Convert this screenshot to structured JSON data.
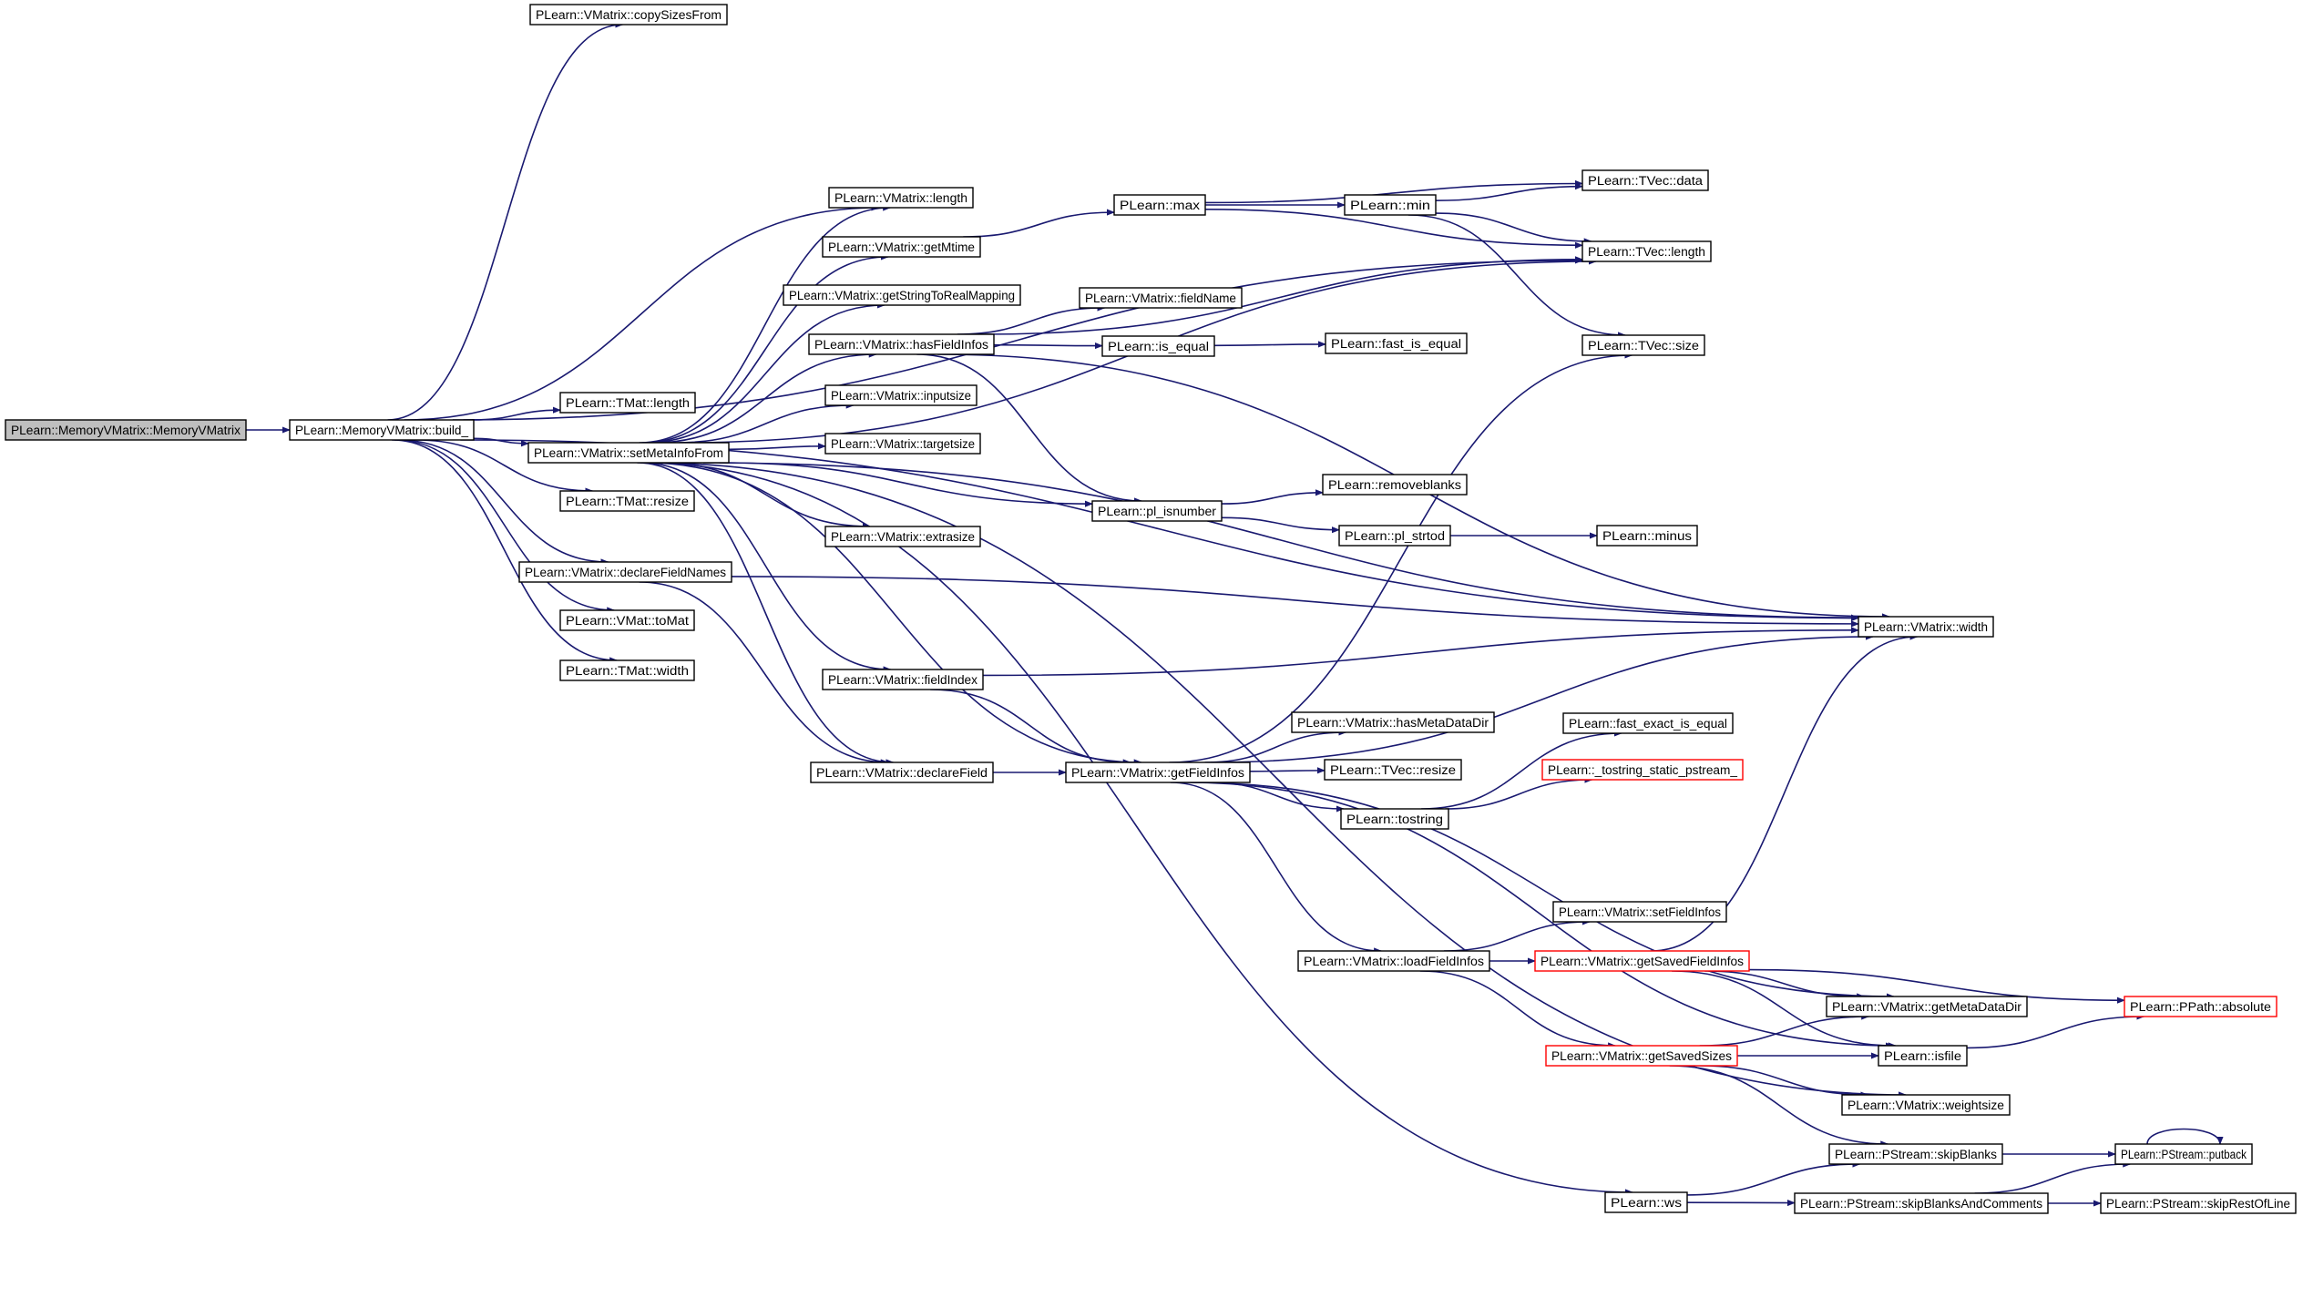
{
  "diagram": {
    "type": "call-graph",
    "edge_color": "#191970",
    "node_border": "#000000",
    "highlight_border": "#ff0000",
    "root_fill": "#bfbfbf",
    "nodes": [
      {
        "id": "root",
        "label": "PLearn::MemoryVMatrix::MemoryVMatrix",
        "style": "root"
      },
      {
        "id": "build",
        "label": "PLearn::MemoryVMatrix::build_"
      },
      {
        "id": "copySizes",
        "label": "PLearn::VMatrix::copySizesFrom"
      },
      {
        "id": "vmlength",
        "label": "PLearn::VMatrix::length"
      },
      {
        "id": "getMtime",
        "label": "PLearn::VMatrix::getMtime"
      },
      {
        "id": "getStrMap",
        "label": "PLearn::VMatrix::getStringToRealMapping"
      },
      {
        "id": "hasFieldInfos",
        "label": "PLearn::VMatrix::hasFieldInfos"
      },
      {
        "id": "tmatlength",
        "label": "PLearn::TMat::length"
      },
      {
        "id": "inputsize",
        "label": "PLearn::VMatrix::inputsize"
      },
      {
        "id": "setMeta",
        "label": "PLearn::VMatrix::setMetaInfoFrom"
      },
      {
        "id": "targetsize",
        "label": "PLearn::VMatrix::targetsize"
      },
      {
        "id": "tmatresize",
        "label": "PLearn::TMat::resize"
      },
      {
        "id": "extrasize",
        "label": "PLearn::VMatrix::extrasize"
      },
      {
        "id": "declFieldNames",
        "label": "PLearn::VMatrix::declareFieldNames"
      },
      {
        "id": "toMat",
        "label": "PLearn::VMat::toMat"
      },
      {
        "id": "tmatwidth",
        "label": "PLearn::TMat::width"
      },
      {
        "id": "fieldIndex",
        "label": "PLearn::VMatrix::fieldIndex"
      },
      {
        "id": "declField",
        "label": "PLearn::VMatrix::declareField"
      },
      {
        "id": "max",
        "label": "PLearn::max"
      },
      {
        "id": "min",
        "label": "PLearn::min"
      },
      {
        "id": "fieldName",
        "label": "PLearn::VMatrix::fieldName"
      },
      {
        "id": "isequal",
        "label": "PLearn::is_equal"
      },
      {
        "id": "fastisequal",
        "label": "PLearn::fast_is_equal"
      },
      {
        "id": "tvecdata",
        "label": "PLearn::TVec::data"
      },
      {
        "id": "tveclength",
        "label": "PLearn::TVec::length"
      },
      {
        "id": "tvecsize",
        "label": "PLearn::TVec::size"
      },
      {
        "id": "plisnumber",
        "label": "PLearn::pl_isnumber"
      },
      {
        "id": "removeblanks",
        "label": "PLearn::removeblanks"
      },
      {
        "id": "plstrtod",
        "label": "PLearn::pl_strtod"
      },
      {
        "id": "minus",
        "label": "PLearn::minus"
      },
      {
        "id": "vmwidth",
        "label": "PLearn::VMatrix::width"
      },
      {
        "id": "getFieldInfos",
        "label": "PLearn::VMatrix::getFieldInfos"
      },
      {
        "id": "hasMetaDataDir",
        "label": "PLearn::VMatrix::hasMetaDataDir"
      },
      {
        "id": "tvecresize",
        "label": "PLearn::TVec::resize"
      },
      {
        "id": "tostring",
        "label": "PLearn::tostring"
      },
      {
        "id": "fastexact",
        "label": "PLearn::fast_exact_is_equal"
      },
      {
        "id": "tostringstatic",
        "label": "PLearn::_tostring_static_pstream_",
        "style": "red"
      },
      {
        "id": "setFieldInfos",
        "label": "PLearn::VMatrix::setFieldInfos"
      },
      {
        "id": "loadFieldInfos",
        "label": "PLearn::VMatrix::loadFieldInfos"
      },
      {
        "id": "getSavedFieldInfos",
        "label": "PLearn::VMatrix::getSavedFieldInfos",
        "style": "red"
      },
      {
        "id": "getMetaDataDir",
        "label": "PLearn::VMatrix::getMetaDataDir"
      },
      {
        "id": "ppathabsolute",
        "label": "PLearn::PPath::absolute",
        "style": "red"
      },
      {
        "id": "getSavedSizes",
        "label": "PLearn::VMatrix::getSavedSizes",
        "style": "red"
      },
      {
        "id": "isfile",
        "label": "PLearn::isfile"
      },
      {
        "id": "weightsize",
        "label": "PLearn::VMatrix::weightsize"
      },
      {
        "id": "skipBlanks",
        "label": "PLearn::PStream::skipBlanks"
      },
      {
        "id": "putback",
        "label": "PLearn::PStream::putback"
      },
      {
        "id": "ws",
        "label": "PLearn::ws"
      },
      {
        "id": "skipBlanksComments",
        "label": "PLearn::PStream::skipBlanksAndComments"
      },
      {
        "id": "skipRestOfLine",
        "label": "PLearn::PStream::skipRestOfLine"
      }
    ],
    "edges": [
      [
        "root",
        "build"
      ],
      [
        "build",
        "copySizes"
      ],
      [
        "build",
        "vmwidth"
      ],
      [
        "build",
        "tveclength"
      ],
      [
        "build",
        "vmlength"
      ],
      [
        "build",
        "tmatlength"
      ],
      [
        "build",
        "setMeta"
      ],
      [
        "build",
        "tmatresize"
      ],
      [
        "build",
        "declFieldNames"
      ],
      [
        "build",
        "toMat"
      ],
      [
        "build",
        "tmatwidth"
      ],
      [
        "setMeta",
        "vmlength"
      ],
      [
        "setMeta",
        "getMtime"
      ],
      [
        "setMeta",
        "getStrMap"
      ],
      [
        "setMeta",
        "hasFieldInfos"
      ],
      [
        "setMeta",
        "inputsize"
      ],
      [
        "setMeta",
        "targetsize"
      ],
      [
        "setMeta",
        "extrasize"
      ],
      [
        "setMeta",
        "fieldIndex"
      ],
      [
        "setMeta",
        "declField"
      ],
      [
        "setMeta",
        "getFieldInfos"
      ],
      [
        "setMeta",
        "vmwidth"
      ],
      [
        "setMeta",
        "plisnumber"
      ],
      [
        "setMeta",
        "tveclength"
      ],
      [
        "setMeta",
        "ws"
      ],
      [
        "setMeta",
        "weightsize"
      ],
      [
        "getMtime",
        "max"
      ],
      [
        "max",
        "tvecdata"
      ],
      [
        "max",
        "min"
      ],
      [
        "max",
        "tveclength"
      ],
      [
        "min",
        "tvecdata"
      ],
      [
        "min",
        "tveclength"
      ],
      [
        "min",
        "tvecsize"
      ],
      [
        "hasFieldInfos",
        "tveclength"
      ],
      [
        "hasFieldInfos",
        "fieldName"
      ],
      [
        "hasFieldInfos",
        "isequal"
      ],
      [
        "hasFieldInfos",
        "plisnumber"
      ],
      [
        "hasFieldInfos",
        "vmwidth"
      ],
      [
        "isequal",
        "fastisequal"
      ],
      [
        "plisnumber",
        "removeblanks"
      ],
      [
        "plisnumber",
        "plstrtod"
      ],
      [
        "plstrtod",
        "minus"
      ],
      [
        "declFieldNames",
        "vmwidth"
      ],
      [
        "declFieldNames",
        "declField"
      ],
      [
        "fieldIndex",
        "vmwidth"
      ],
      [
        "fieldIndex",
        "getFieldInfos"
      ],
      [
        "declField",
        "getFieldInfos"
      ],
      [
        "getFieldInfos",
        "tvecsize"
      ],
      [
        "getFieldInfos",
        "hasMetaDataDir"
      ],
      [
        "getFieldInfos",
        "tvecresize"
      ],
      [
        "getFieldInfos",
        "tostring"
      ],
      [
        "getFieldInfos",
        "vmwidth"
      ],
      [
        "getFieldInfos",
        "loadFieldInfos"
      ],
      [
        "getFieldInfos",
        "getMetaDataDir"
      ],
      [
        "getFieldInfos",
        "isfile"
      ],
      [
        "tostring",
        "fastexact"
      ],
      [
        "tostring",
        "tostringstatic"
      ],
      [
        "loadFieldInfos",
        "setFieldInfos"
      ],
      [
        "loadFieldInfos",
        "getSavedFieldInfos"
      ],
      [
        "loadFieldInfos",
        "getSavedSizes"
      ],
      [
        "getSavedFieldInfos",
        "vmwidth"
      ],
      [
        "getSavedFieldInfos",
        "getMetaDataDir"
      ],
      [
        "getSavedFieldInfos",
        "ppathabsolute"
      ],
      [
        "getSavedFieldInfos",
        "isfile"
      ],
      [
        "getSavedSizes",
        "getMetaDataDir"
      ],
      [
        "getSavedSizes",
        "isfile"
      ],
      [
        "getSavedSizes",
        "weightsize"
      ],
      [
        "getSavedSizes",
        "skipBlanks"
      ],
      [
        "isfile",
        "ppathabsolute"
      ],
      [
        "skipBlanks",
        "putback"
      ],
      [
        "putback",
        "putback"
      ],
      [
        "ws",
        "skipBlanks"
      ],
      [
        "ws",
        "skipBlanksComments"
      ],
      [
        "skipBlanksComments",
        "putback"
      ],
      [
        "skipBlanksComments",
        "skipRestOfLine"
      ]
    ]
  }
}
